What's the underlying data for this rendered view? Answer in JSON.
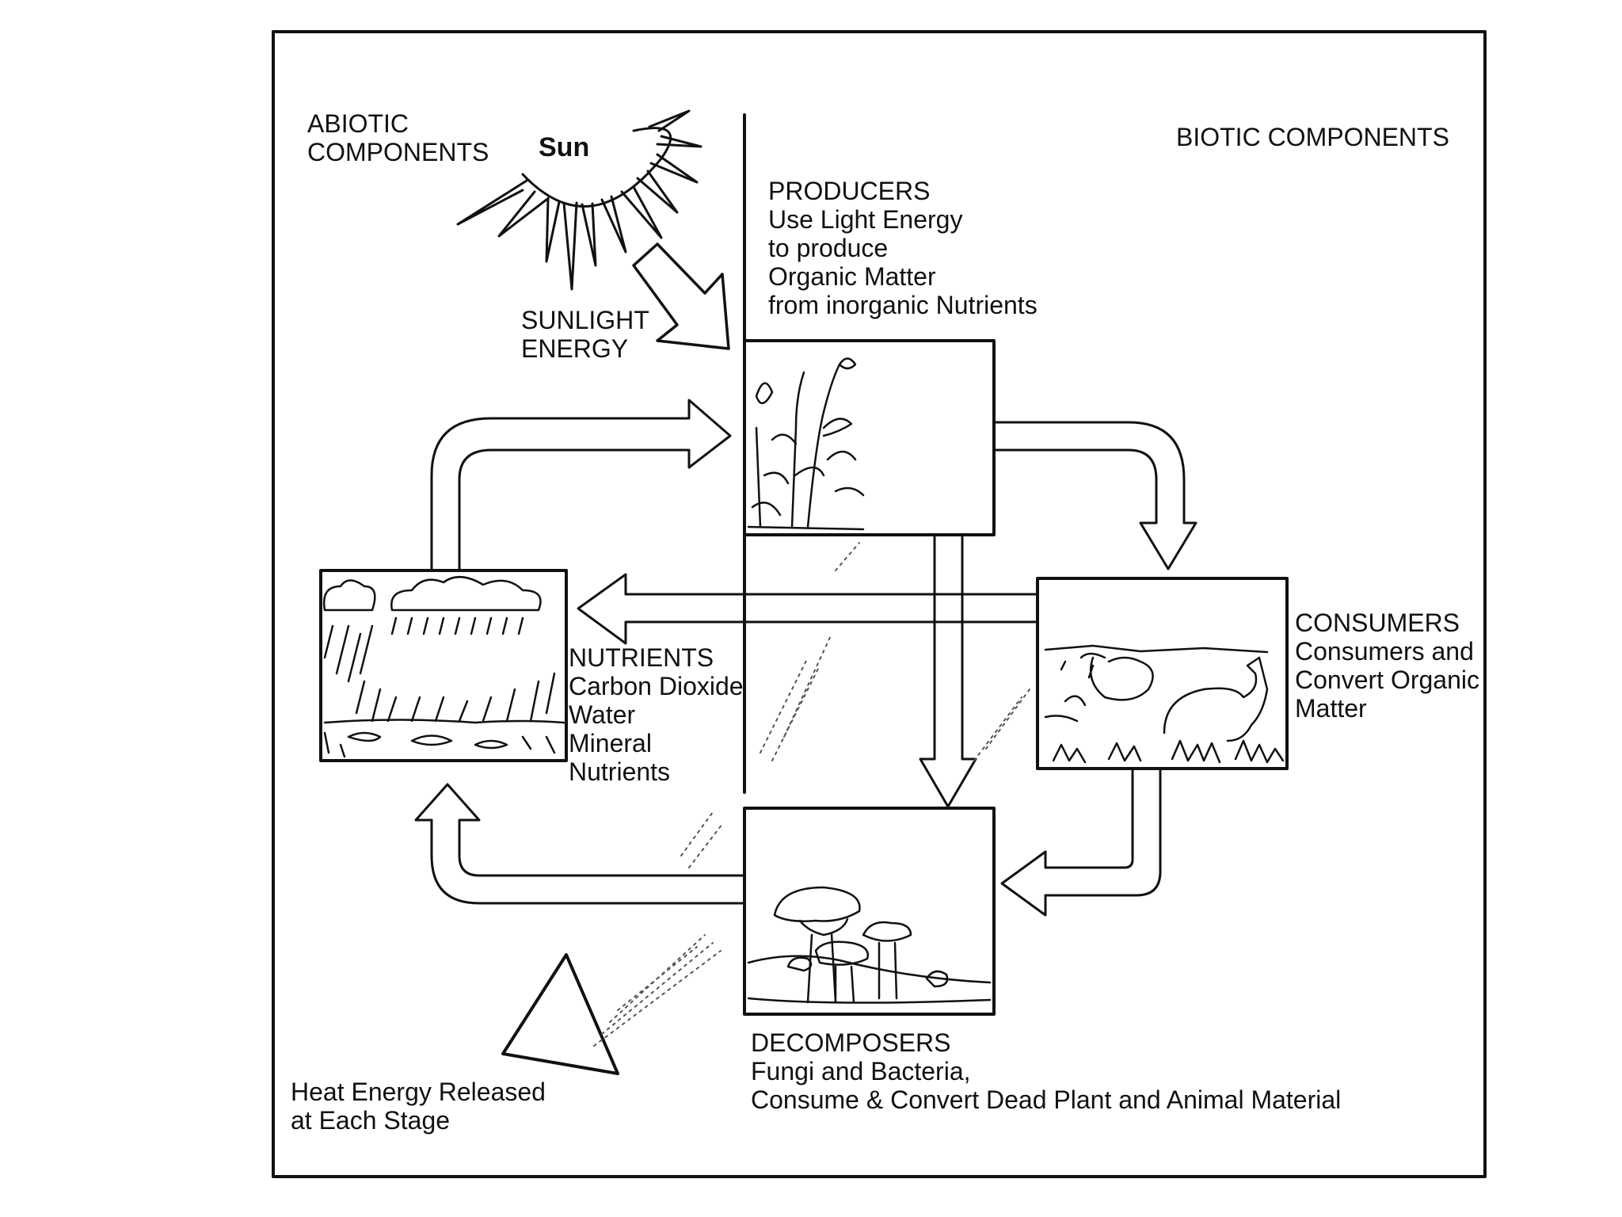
{
  "abiotic": {
    "line1": "ABIOTIC",
    "line2": "COMPONENTS"
  },
  "biotic": {
    "title": "BIOTIC COMPONENTS"
  },
  "sun": {
    "label": "Sun"
  },
  "sunlight": {
    "line1": "SUNLIGHT",
    "line2": "ENERGY"
  },
  "producers": {
    "title": "PRODUCERS",
    "line1": "Use Light Energy",
    "line2": "to produce",
    "line3": "Organic Matter",
    "line4": "from inorganic Nutrients"
  },
  "consumers": {
    "title": "CONSUMERS",
    "line1": "Consumers and",
    "line2": "Convert Organic",
    "line3": "Matter"
  },
  "nutrients": {
    "title": "NUTRIENTS",
    "line1": "Carbon Dioxide",
    "line2": "Water",
    "line3": "Mineral",
    "line4": "Nutrients"
  },
  "decomposers": {
    "title": "DECOMPOSERS",
    "line1": "Fungi and Bacteria,",
    "line2": "Consume & Convert Dead Plant and Animal Material"
  },
  "heat": {
    "line1": "Heat Energy Released",
    "line2": "at Each Stage"
  }
}
